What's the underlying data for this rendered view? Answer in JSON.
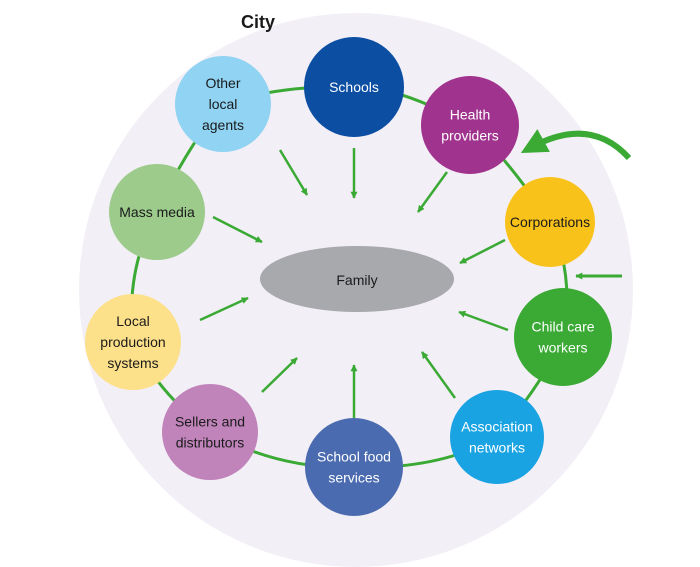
{
  "diagram": {
    "container_label": "City",
    "center_label": "Family",
    "colors": {
      "city_fill": "#f3eff6",
      "ring_line": "#3aaa35",
      "arrow": "#3aaa35",
      "center_fill": "#a7a9ac"
    },
    "nodes": [
      {
        "id": "schools",
        "lines": [
          "Schools"
        ],
        "color": "#0b4ea2",
        "text": "light"
      },
      {
        "id": "health-providers",
        "lines": [
          "Health",
          "providers"
        ],
        "color": "#a0338d",
        "text": "light"
      },
      {
        "id": "corporations",
        "lines": [
          "Corporations"
        ],
        "color": "#f9c21a",
        "text": "dark"
      },
      {
        "id": "child-care-workers",
        "lines": [
          "Child care",
          "workers"
        ],
        "color": "#3aaa35",
        "text": "light"
      },
      {
        "id": "association-networks",
        "lines": [
          "Association",
          "networks"
        ],
        "color": "#1aa3e2",
        "text": "light"
      },
      {
        "id": "school-food-services",
        "lines": [
          "School food",
          "services"
        ],
        "color": "#4b6bb0",
        "text": "light"
      },
      {
        "id": "sellers-and-distributors",
        "lines": [
          "Sellers and",
          "distributors"
        ],
        "color": "#c084bb",
        "text": "dark"
      },
      {
        "id": "local-production-systems",
        "lines": [
          "Local",
          "production",
          "systems"
        ],
        "color": "#fde08a",
        "text": "dark"
      },
      {
        "id": "mass-media",
        "lines": [
          "Mass media"
        ],
        "color": "#9ccb8c",
        "text": "dark"
      },
      {
        "id": "other-local-agents",
        "lines": [
          "Other",
          "local",
          "agents"
        ],
        "color": "#90d3f3",
        "text": "dark"
      }
    ]
  }
}
